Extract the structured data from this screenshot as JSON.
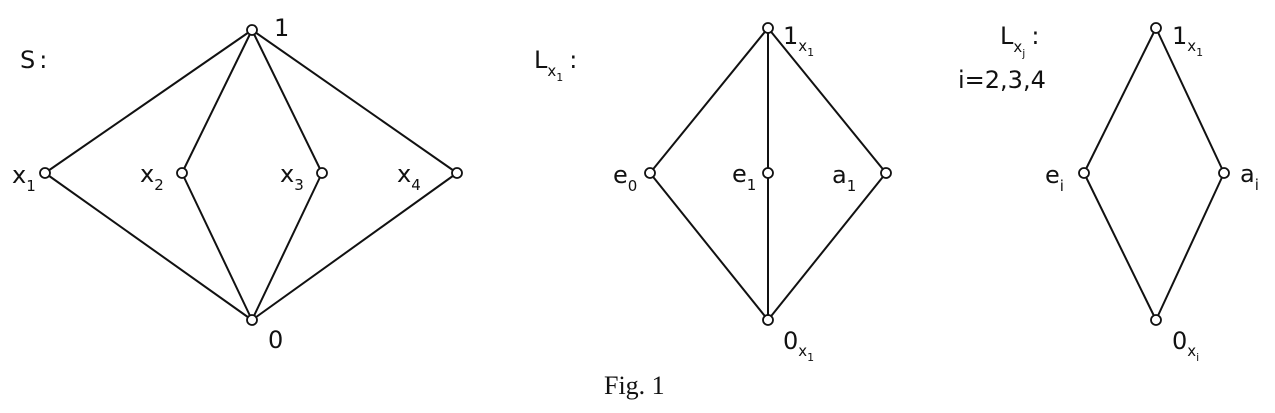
{
  "caption": "Fig. 1",
  "diagrams": [
    {
      "title": "S",
      "title_colon": ":",
      "nodes": [
        {
          "id": "top",
          "label": "1",
          "sub": ""
        },
        {
          "id": "x1",
          "label": "x",
          "sub": "1"
        },
        {
          "id": "x2",
          "label": "x",
          "sub": "2"
        },
        {
          "id": "x3",
          "label": "x",
          "sub": "3"
        },
        {
          "id": "x4",
          "label": "x",
          "sub": "4"
        },
        {
          "id": "bottom",
          "label": "0",
          "sub": ""
        }
      ],
      "edges": [
        [
          "top",
          "x1"
        ],
        [
          "top",
          "x2"
        ],
        [
          "top",
          "x3"
        ],
        [
          "top",
          "x4"
        ],
        [
          "x1",
          "bottom"
        ],
        [
          "x2",
          "bottom"
        ],
        [
          "x3",
          "bottom"
        ],
        [
          "x4",
          "bottom"
        ]
      ]
    },
    {
      "title": "L",
      "title_sub": "x",
      "title_subsub": "1",
      "title_colon": ":",
      "nodes": [
        {
          "id": "top",
          "label": "1",
          "sub": "x",
          "subsub": "1"
        },
        {
          "id": "e0",
          "label": "e",
          "sub": "0"
        },
        {
          "id": "e1",
          "label": "e",
          "sub": "1"
        },
        {
          "id": "a1",
          "label": "a",
          "sub": "1"
        },
        {
          "id": "bottom",
          "label": "0",
          "sub": "x",
          "subsub": "1"
        }
      ],
      "edges": [
        [
          "top",
          "e0"
        ],
        [
          "top",
          "e1"
        ],
        [
          "top",
          "a1"
        ],
        [
          "e0",
          "bottom"
        ],
        [
          "e1",
          "bottom"
        ],
        [
          "a1",
          "bottom"
        ]
      ]
    },
    {
      "title": "L",
      "title_sub": "x",
      "title_subsub": "j",
      "title_colon": ":",
      "condition": "i=2,3,4",
      "nodes": [
        {
          "id": "top",
          "label": "1",
          "sub": "x",
          "subsub": "1"
        },
        {
          "id": "ei",
          "label": "e",
          "sub": "i"
        },
        {
          "id": "ai",
          "label": "a",
          "sub": "i"
        },
        {
          "id": "bottom",
          "label": "0",
          "sub": "x",
          "subsub": "i"
        }
      ],
      "edges": [
        [
          "top",
          "ei"
        ],
        [
          "top",
          "ai"
        ],
        [
          "ei",
          "bottom"
        ],
        [
          "ai",
          "bottom"
        ]
      ]
    }
  ]
}
